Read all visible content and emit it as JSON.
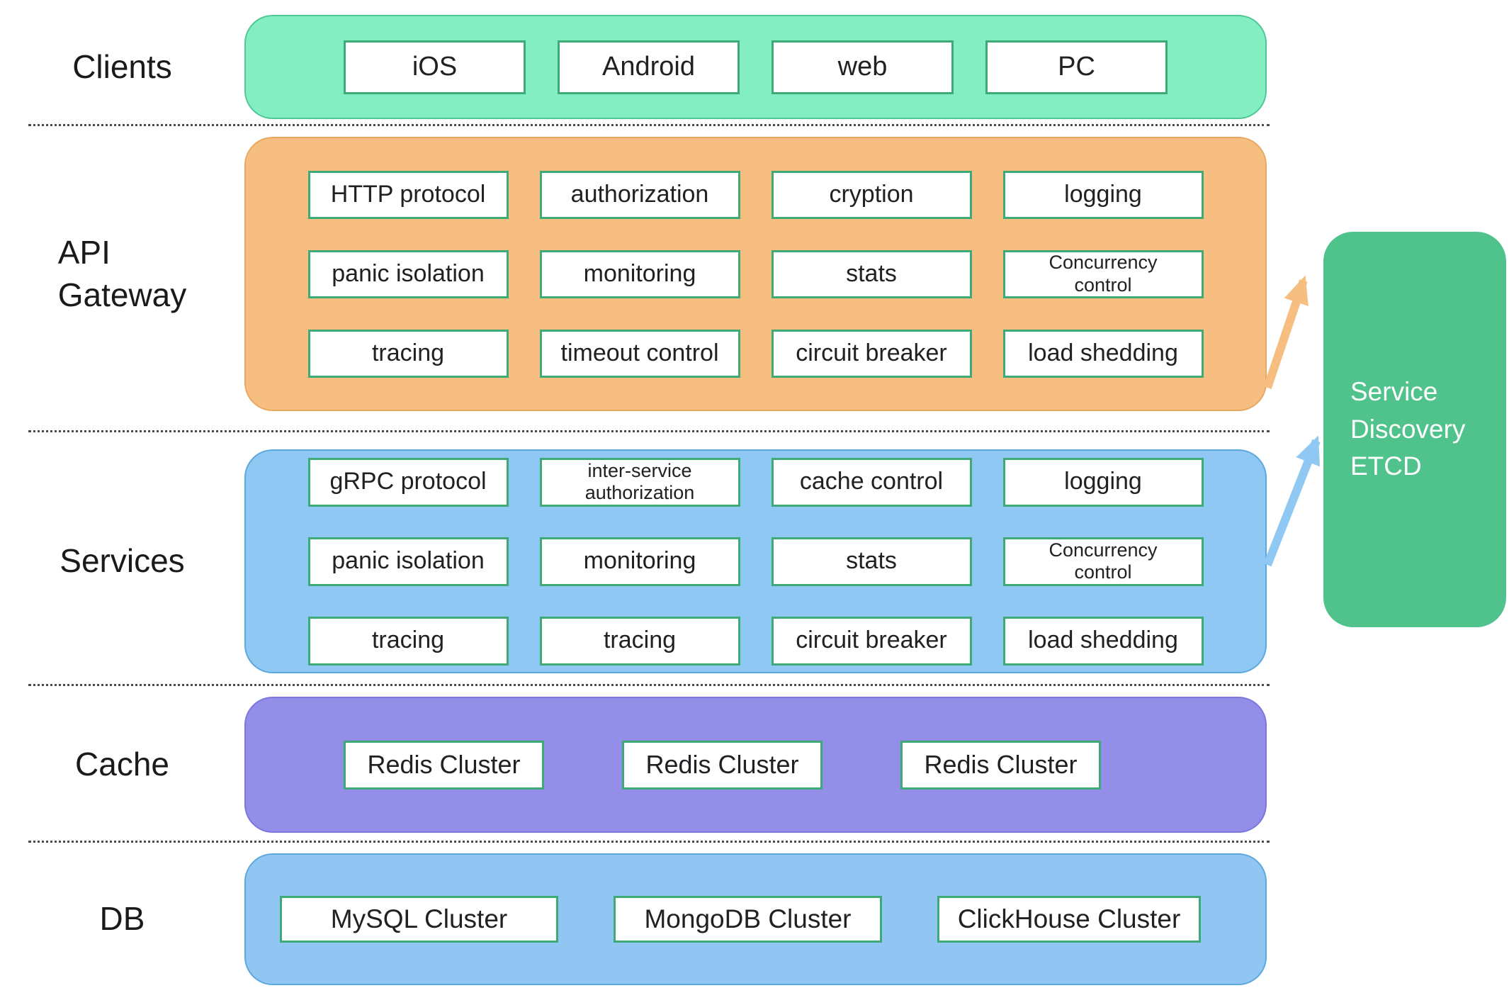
{
  "colors": {
    "page_bg": "#FFFFFF",
    "clients_bg": "#82EEC2",
    "clients_border": "#4EC795",
    "gateway_bg": "#F6BE80",
    "gateway_border": "#E8A860",
    "services_bg": "#8FC8F2",
    "services_border": "#5BA8DE",
    "cache_bg": "#938FE9",
    "cache_border": "#7B76DD",
    "db_bg": "#90C6F1",
    "db_border": "#5BA8DE",
    "etcd_bg": "#4FC38B",
    "etcd_text": "#FFFFFF",
    "box_bg": "#FFFFFF",
    "box_border": "#3EAA75",
    "box_text": "#202124",
    "label_text": "#1A1A1A",
    "separator": "#4A4A4A",
    "arrow_orange": "#F6BE80",
    "arrow_blue": "#8FC8F2"
  },
  "layers": {
    "clients": {
      "label": "Clients",
      "items": [
        "iOS",
        "Android",
        "web",
        "PC"
      ]
    },
    "gateway": {
      "label": "API\nGateway",
      "rows": [
        [
          "HTTP protocol",
          "authorization",
          "cryption",
          "logging"
        ],
        [
          "panic isolation",
          "monitoring",
          "stats",
          "Concurrency\ncontrol"
        ],
        [
          "tracing",
          "timeout control",
          "circuit breaker",
          "load shedding"
        ]
      ]
    },
    "services": {
      "label": "Services",
      "rows": [
        [
          "gRPC protocol",
          "inter-service\nauthorization",
          "cache control",
          "logging"
        ],
        [
          "panic isolation",
          "monitoring",
          "stats",
          "Concurrency\ncontrol"
        ],
        [
          "tracing",
          "tracing",
          "circuit breaker",
          "load shedding"
        ]
      ]
    },
    "cache": {
      "label": "Cache",
      "items": [
        "Redis Cluster",
        "Redis Cluster",
        "Redis Cluster"
      ]
    },
    "db": {
      "label": "DB",
      "items": [
        "MySQL Cluster",
        "MongoDB Cluster",
        "ClickHouse Cluster"
      ]
    }
  },
  "service_discovery": {
    "label": "Service\nDiscovery\nETCD"
  }
}
